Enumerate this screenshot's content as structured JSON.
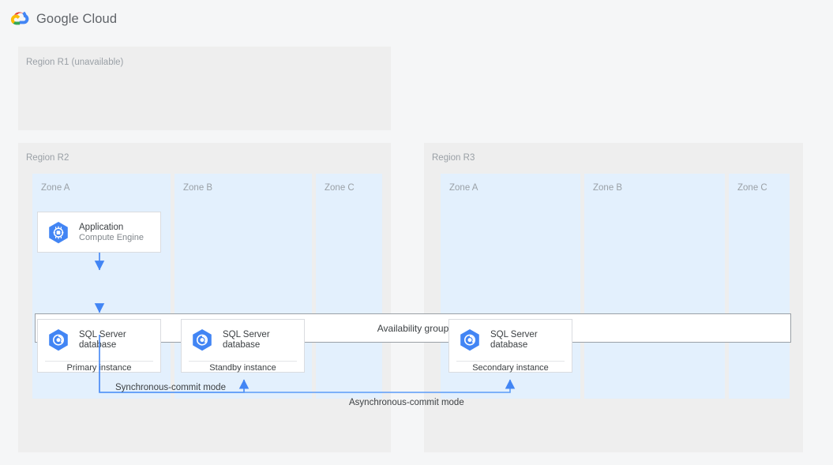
{
  "header": {
    "logo_icon": "google-cloud-logo-icon",
    "product_name": "Google Cloud"
  },
  "colors": {
    "page_background": "#ffffff",
    "canvas_background": "#f5f6f7",
    "region_background": "#eeeeee",
    "zone_background": "#e3f0fd",
    "card_background": "#ffffff",
    "card_border": "#dadce0",
    "connector_blue": "#4285f4",
    "icon_hex_blue": "#4285f4",
    "label_gray": "#9aa0a6",
    "text_dark": "#3c4043",
    "bar_border": "#9aa0a6"
  },
  "regions": [
    {
      "id": "r1",
      "label": "Region R1 (unavailable)",
      "zones": []
    },
    {
      "id": "r2",
      "label": "Region R2",
      "zones": [
        {
          "id": "r2-zone-a",
          "label": "Zone A"
        },
        {
          "id": "r2-zone-b",
          "label": "Zone B"
        },
        {
          "id": "r2-zone-c",
          "label": "Zone C"
        }
      ]
    },
    {
      "id": "r3",
      "label": "Region R3",
      "zones": [
        {
          "id": "r3-zone-a",
          "label": "Zone A"
        },
        {
          "id": "r3-zone-b",
          "label": "Zone B"
        },
        {
          "id": "r3-zone-c",
          "label": "Zone C"
        }
      ]
    }
  ],
  "nodes": {
    "application": {
      "icon": "compute-engine-icon",
      "title_line1": "Application",
      "subtitle": "Compute Engine"
    },
    "primary_db": {
      "icon": "sql-server-database-icon",
      "title_line1": "SQL Server",
      "title_line2": "database",
      "footer": "Primary instance"
    },
    "standby_db": {
      "icon": "sql-server-database-icon",
      "title_line1": "SQL Server",
      "title_line2": "database",
      "footer": "Standby instance"
    },
    "secondary_db": {
      "icon": "sql-server-database-icon",
      "title_line1": "SQL Server",
      "title_line2": "database",
      "footer": "Secondary instance"
    }
  },
  "availability_group": {
    "label": "Availability group"
  },
  "edges": [
    {
      "id": "sync",
      "label": "Synchronous-commit mode"
    },
    {
      "id": "async",
      "label": "Asynchronous-commit mode"
    }
  ]
}
